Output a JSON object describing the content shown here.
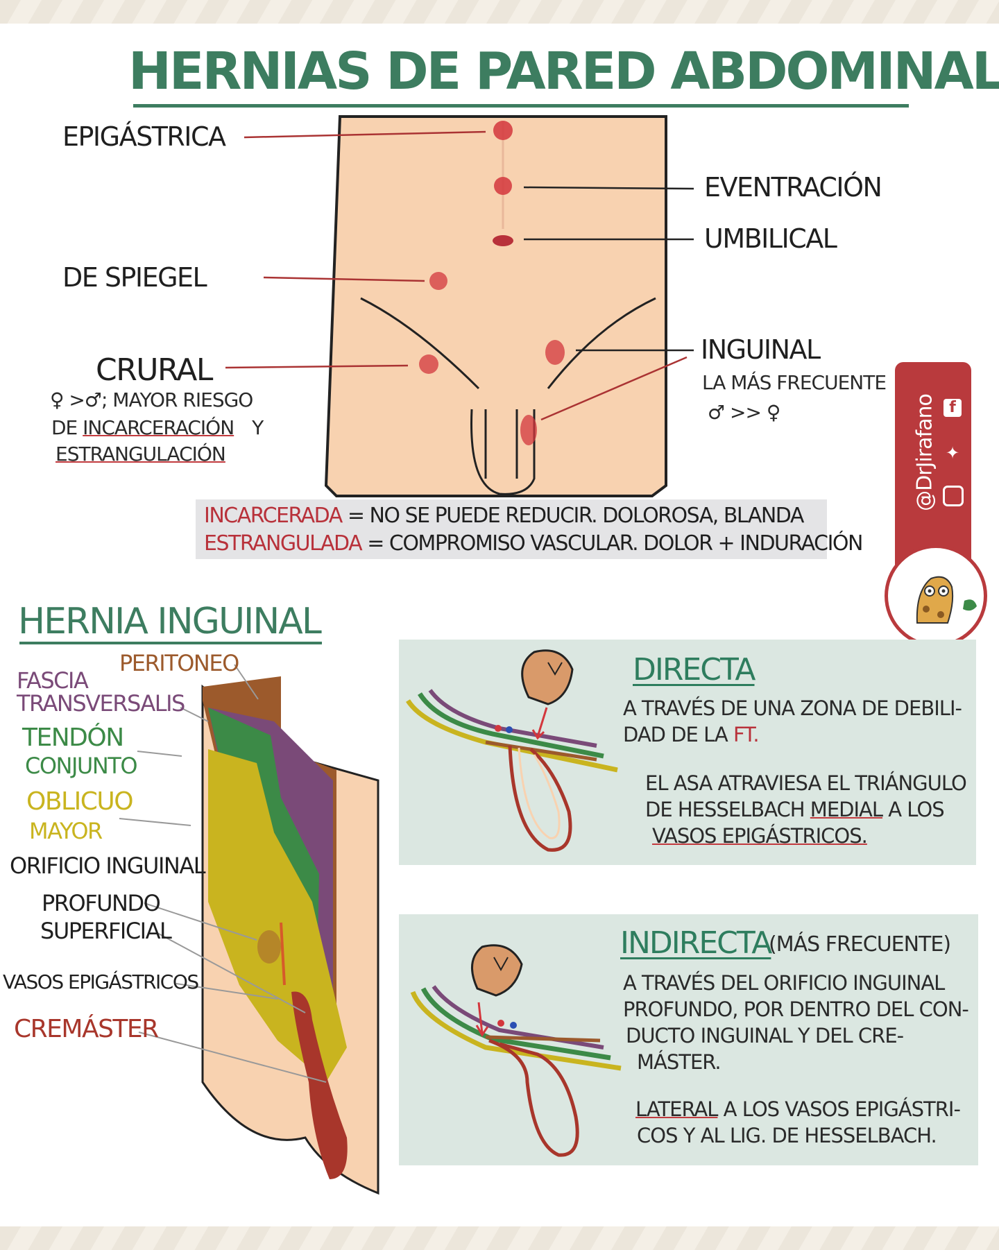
{
  "title": "HERNIAS DE PARED ABDOMINAL",
  "body_labels": {
    "epigastrica": "EPIGÁSTRICA",
    "eventracion": "EVENTRACIÓN",
    "umbilical": "UMBILICAL",
    "spiegel": "DE SPIEGEL",
    "crural": "CRURAL",
    "crural_note_1": "♀ >♂; MAYOR RIESGO",
    "crural_note_2a": "DE",
    "crural_note_2b": "INCARCERACIÓN",
    "crural_note_2c": "Y",
    "crural_note_3": "ESTRANGULACIÓN",
    "inguinal": "INGUINAL",
    "inguinal_note_1": "LA MÁS FRECUENTE",
    "inguinal_note_2": "♂ >> ♀"
  },
  "definitions": {
    "incarcerada_term": "INCARCERADA",
    "incarcerada_def": "= NO SE PUEDE REDUCIR. DOLOROSA, BLANDA",
    "estrangulada_term": "ESTRANGULADA",
    "estrangulada_def": "= COMPROMISO VASCULAR. DOLOR + INDURACIÓN"
  },
  "social": {
    "handle": "@DrJirafano"
  },
  "inguinal_section": {
    "title": "HERNIA INGUINAL",
    "layers": {
      "peritoneo": "PERITONEO",
      "fascia_1": "FASCIA",
      "fascia_2": "TRANSVERSALIS",
      "tendon_1": "TENDÓN",
      "tendon_2": "CONJUNTO",
      "oblicuo_1": "OBLICUO",
      "oblicuo_2": "MAYOR",
      "orificio": "ORIFICIO INGUINAL",
      "profundo": "PROFUNDO",
      "superficial": "SUPERFICIAL",
      "vasos": "VASOS EPIGÁSTRICOS",
      "cremaster": "CREMÁSTER"
    },
    "colors": {
      "peritoneo": "#9c5a2c",
      "fascia": "#7a4a78",
      "tendon": "#3c8a47",
      "oblicuo": "#c9b41f",
      "cremaster": "#a8362b",
      "skin": "#f8d2b0"
    }
  },
  "directa": {
    "title": "DIRECTA",
    "line_1": "A TRAVÉS DE UNA ZONA DE DEBILI-",
    "line_2a": "DAD DE LA",
    "line_2b": "FT.",
    "line_3": "EL ASA ATRAVIESA EL TRIÁNGULO",
    "line_4a": "DE HESSELBACH",
    "line_4b": "MEDIAL",
    "line_4c": "A LOS",
    "line_5": "VASOS EPIGÁSTRICOS."
  },
  "indirecta": {
    "title": "INDIRECTA",
    "subtitle": "(MÁS FRECUENTE)",
    "line_1": "A TRAVÉS DEL ORIFICIO INGUINAL",
    "line_2": "PROFUNDO, POR DENTRO DEL CON-",
    "line_3": "DUCTO INGUINAL Y DEL CRE-",
    "line_4": "MÁSTER.",
    "line_5a": "LATERAL",
    "line_5b": "A LOS VASOS EPIGÁSTRI-",
    "line_6": "COS Y AL LIG. DE HESSELBACH."
  }
}
